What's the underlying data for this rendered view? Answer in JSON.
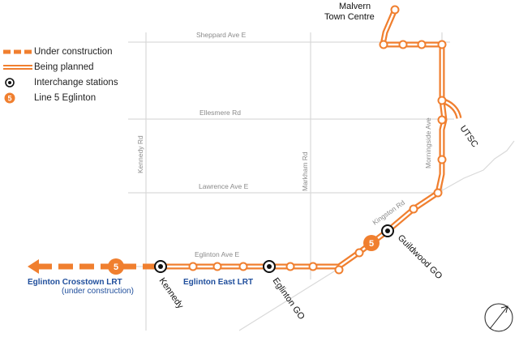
{
  "legend": {
    "under_construction": "Under construction",
    "being_planned": "Being planned",
    "interchange": "Interchange stations",
    "line": "Line 5 Eglinton",
    "line_number": "5"
  },
  "streets": {
    "sheppard": "Sheppard Ave E",
    "ellesmere": "Ellesmere Rd",
    "lawrence": "Lawrence Ave E",
    "eglinton": "Eglinton Ave E",
    "kennedy_rd": "Kennedy Rd",
    "markham_rd": "Markham Rd",
    "morningside": "Morningside Ave",
    "kingston": "Kingston Rd"
  },
  "stations": {
    "kennedy": "Kennedy",
    "eglinton_go": "Eglinton GO",
    "guildwood_go": "Guildwood GO",
    "utsc": "UTSC",
    "malvern_line1": "Malvern",
    "malvern_line2": "Town Centre"
  },
  "lines": {
    "crosstown": "Eglinton Crosstown LRT",
    "crosstown_sub": "(under construction)",
    "east_lrt": "Eglinton East LRT",
    "badge": "5"
  },
  "colors": {
    "line": "#f07f2f",
    "road": "#d9d9d9",
    "label_blue": "#1f4e9c"
  },
  "icons": {
    "compass": "compass-icon"
  }
}
